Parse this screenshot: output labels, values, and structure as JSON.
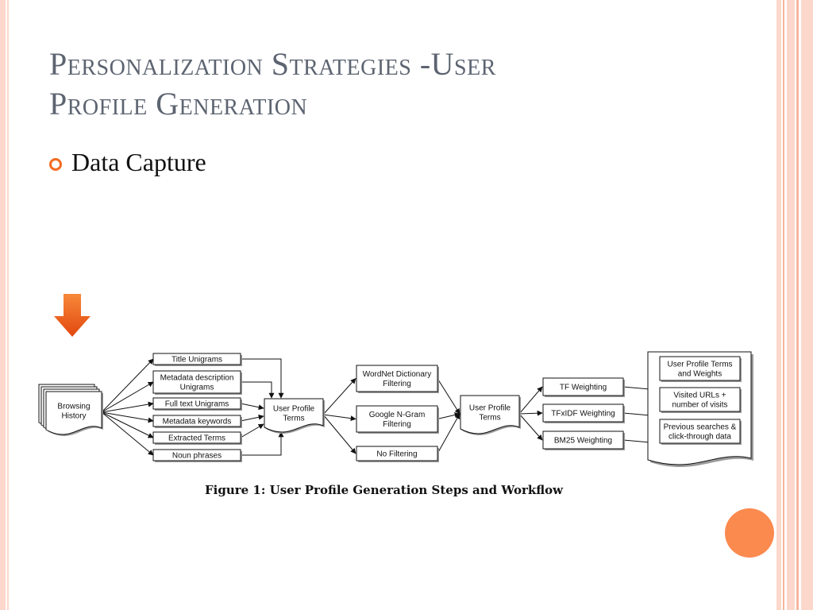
{
  "slide": {
    "title_line1": "Personalization Strategies -User",
    "title_line2": "Profile Generation",
    "bullet": "Data Capture",
    "caption": "Figure 1:  User Profile Generation Steps and Workflow"
  },
  "diagram": {
    "browsing": [
      "Browsing",
      "History"
    ],
    "sources": [
      [
        "Title Unigrams"
      ],
      [
        "Metadata description",
        "Unigrams"
      ],
      [
        "Full text Unigrams"
      ],
      [
        "Metadata keywords"
      ],
      [
        "Extracted Terms"
      ],
      [
        "Noun phrases"
      ]
    ],
    "profile1": [
      "User Profile",
      "Terms"
    ],
    "filters": [
      [
        "WordNet Dictionary",
        "Filtering"
      ],
      [
        "Google N-Gram",
        "Filtering"
      ],
      [
        "No Filtering"
      ]
    ],
    "profile2": [
      "User Profile",
      "Terms"
    ],
    "weights": [
      [
        "TF Weighting"
      ],
      [
        "TFxIDF Weighting"
      ],
      [
        "BM25 Weighting"
      ]
    ],
    "outputs": [
      [
        "User Profile Terms",
        "and Weights"
      ],
      [
        "Visited URLs +",
        "number of visits"
      ],
      [
        "Previous searches &",
        "click-through data"
      ]
    ]
  },
  "colors": {
    "accent_orange": "#f26b21",
    "title_gray": "#5d6471",
    "circle": "#fb8a4f",
    "stripe_light": "#fbd8cb",
    "stripe_mid": "#f7b59c"
  }
}
